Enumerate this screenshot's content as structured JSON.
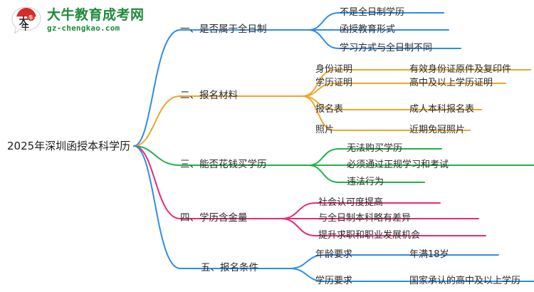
{
  "logo": {
    "mark_text": "大牛",
    "brand_cn": "大牛教育成考网",
    "brand_url": "gz-chengkao.com",
    "brand_color": "#1e8b3a",
    "mark_color": "#d92b2b"
  },
  "mindmap": {
    "root": {
      "label": "2025年深圳函授本科学历"
    },
    "colors": {
      "branch1": "#2f8de4",
      "branch2": "#f0a52a",
      "branch3": "#22b24c",
      "branch4": "#e8297a",
      "branch5": "#2f8de4"
    },
    "branches": [
      {
        "id": "branch1",
        "label": "一、是否属于全日制",
        "color": "#2f8de4",
        "children": [
          {
            "label": "不是全日制学历",
            "children": []
          },
          {
            "label": "函授教育形式",
            "children": []
          },
          {
            "label": "学习方式与全日制不同",
            "children": []
          }
        ]
      },
      {
        "id": "branch2",
        "label": "二、报名材料",
        "color": "#f0a52a",
        "children": [
          {
            "label": "身份证明",
            "children": [
              {
                "label": "有效身份证原件及复印件"
              }
            ]
          },
          {
            "label": "学历证明",
            "children": [
              {
                "label": "高中及以上学历证明"
              }
            ]
          },
          {
            "label": "报名表",
            "children": [
              {
                "label": "成人本科报名表"
              }
            ]
          },
          {
            "label": "照片",
            "children": [
              {
                "label": "近期免冠照片"
              }
            ]
          }
        ]
      },
      {
        "id": "branch3",
        "label": "三、能否花钱买学历",
        "color": "#22b24c",
        "children": [
          {
            "label": "无法购买学历",
            "children": []
          },
          {
            "label": "必须通过正规学习和考试",
            "children": []
          },
          {
            "label": "违法行为",
            "children": []
          }
        ]
      },
      {
        "id": "branch4",
        "label": "四、学历含金量",
        "color": "#e8297a",
        "children": [
          {
            "label": "社会认可度提高",
            "children": []
          },
          {
            "label": "与全日制本科略有差异",
            "children": []
          },
          {
            "label": "提升求职和职业发展机会",
            "children": []
          }
        ]
      },
      {
        "id": "branch5",
        "label": "五、报名条件",
        "color": "#2f8de4",
        "children": [
          {
            "label": "年龄要求",
            "children": [
              {
                "label": "年满18岁"
              }
            ]
          },
          {
            "label": "学历要求",
            "children": [
              {
                "label": "国家承认的高中及以上学历"
              }
            ]
          }
        ]
      }
    ]
  }
}
